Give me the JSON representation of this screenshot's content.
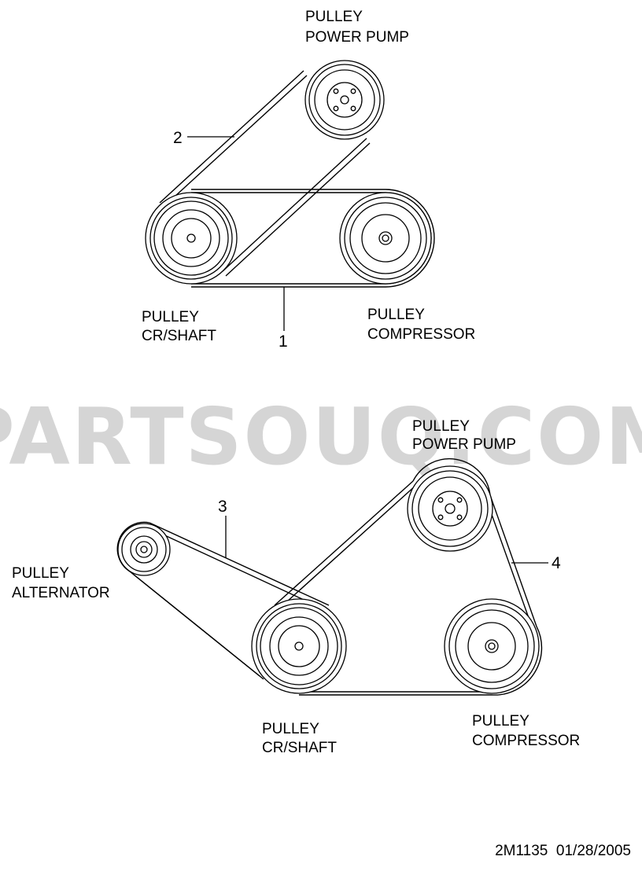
{
  "watermark": "PARTSOUQ.COM",
  "diagram_id": "2M1135  01/28/2005",
  "top_layout": {
    "power_pump": [
      "PULLEY",
      "POWER  PUMP"
    ],
    "crankshaft": [
      "PULLEY",
      "CR/SHAFT"
    ],
    "compressor": [
      "PULLEY",
      "COMPRESSOR"
    ],
    "callout_1": "1",
    "callout_2": "2"
  },
  "bottom_layout": {
    "power_pump": [
      "PULLEY",
      "POWER  PUMP"
    ],
    "alternator": [
      "PULLEY",
      "ALTERNATOR"
    ],
    "crankshaft": [
      "PULLEY",
      "CR/SHAFT"
    ],
    "compressor": [
      "PULLEY",
      "COMPRESSOR"
    ],
    "callout_3": "3",
    "callout_4": "4"
  }
}
